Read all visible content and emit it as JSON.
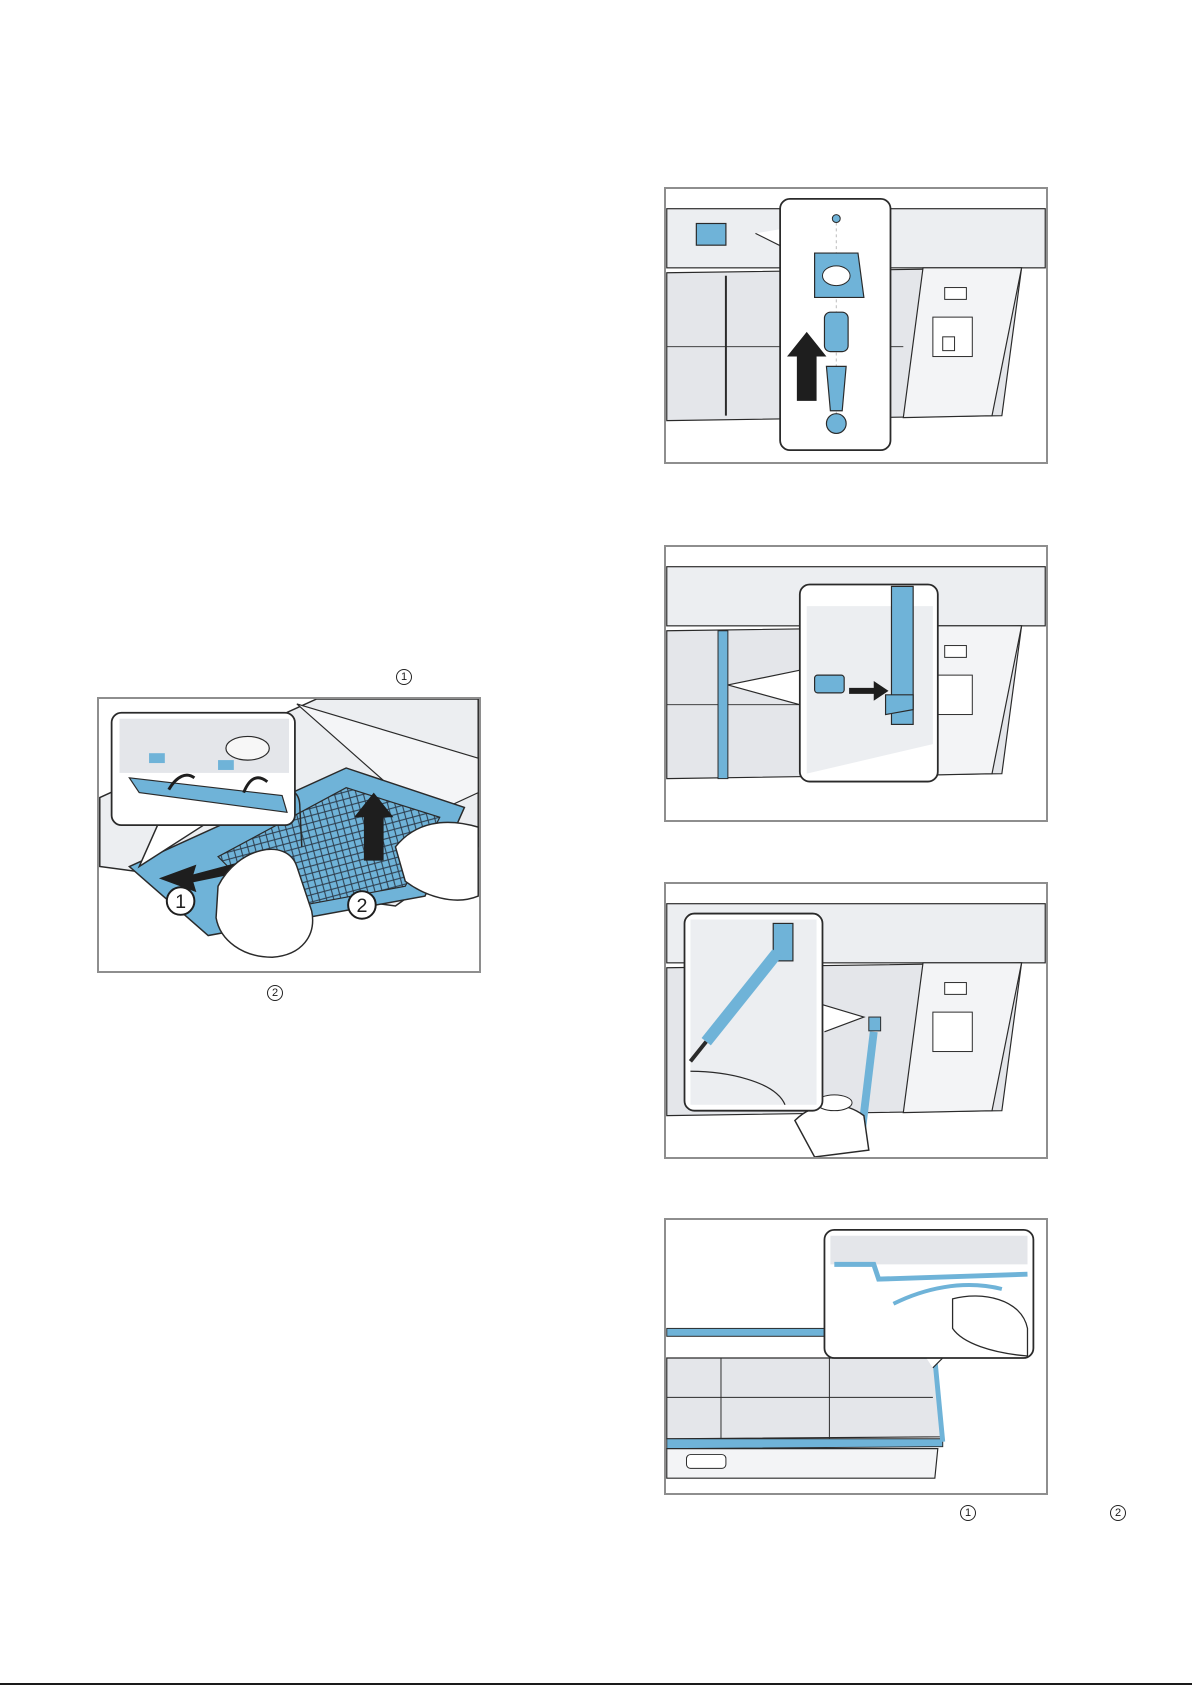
{
  "markers": {
    "left_top": "1",
    "left_bottom": "2",
    "right_bottom_1": "1",
    "right_bottom_2": "2"
  },
  "callouts": {
    "filter_step_1": "1",
    "filter_step_2": "2"
  },
  "colors": {
    "accent_blue": "#6fb3d8",
    "panel_border": "#8e8e8e",
    "surface_grey": "#e4e6ea",
    "line_dark": "#2a2a2a"
  }
}
